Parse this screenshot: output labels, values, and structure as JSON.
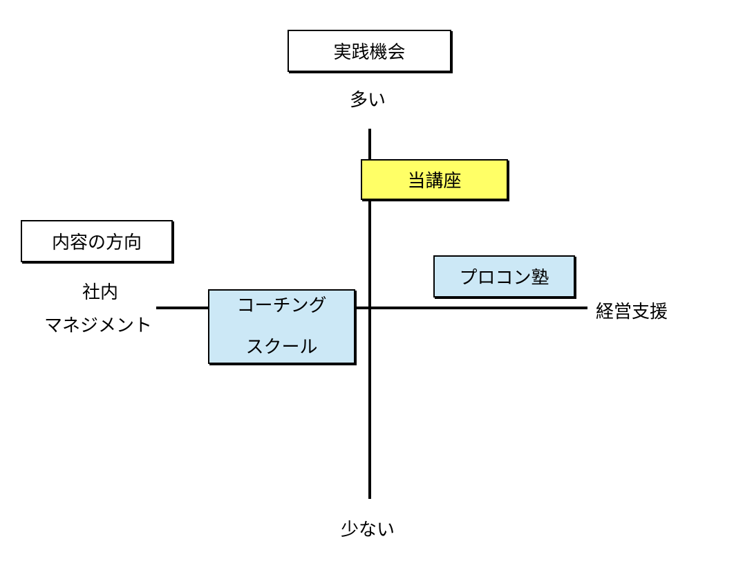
{
  "title_box": {
    "text": "実践機会"
  },
  "direction_box": {
    "text": "内容の方向"
  },
  "axis_labels": {
    "top": "多い",
    "bottom": "少ない",
    "left_line1": "社内",
    "left_line2": "マネジメント",
    "right": "経営支援"
  },
  "items": {
    "this_course": {
      "text": "当講座",
      "color": "#ffff66"
    },
    "procon": {
      "text": "プロコン塾",
      "color": "#cce8f6"
    },
    "coaching": {
      "line1": "コーチング",
      "line2": "スクール",
      "color": "#cce8f6"
    }
  },
  "colors": {
    "axis": "#000000",
    "border": "#000000"
  }
}
